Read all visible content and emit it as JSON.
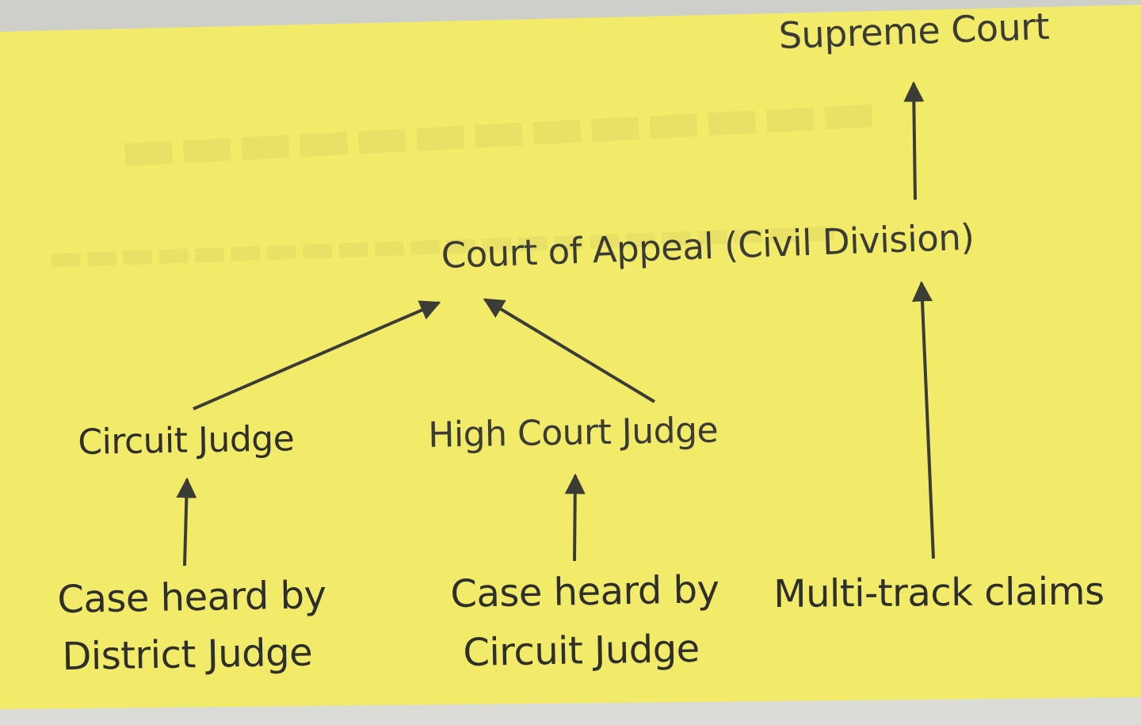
{
  "diagram": {
    "nodes": {
      "supreme_court": "Supreme Court",
      "court_of_appeal": "Court of Appeal (Civil Division)",
      "circuit_judge": "Circuit Judge",
      "high_court_judge": "High Court Judge",
      "case_district_line1": "Case heard by",
      "case_district_line2": "District Judge",
      "case_circuit_line1": "Case heard by",
      "case_circuit_line2": "Circuit Judge",
      "multi_track": "Multi-track claims"
    },
    "edges": [
      {
        "from": "case_district",
        "to": "circuit_judge"
      },
      {
        "from": "case_circuit",
        "to": "high_court_judge"
      },
      {
        "from": "circuit_judge",
        "to": "court_of_appeal"
      },
      {
        "from": "high_court_judge",
        "to": "court_of_appeal"
      },
      {
        "from": "multi_track",
        "to": "court_of_appeal"
      },
      {
        "from": "court_of_appeal",
        "to": "supreme_court"
      }
    ],
    "colors": {
      "paper": "#f2eb6a",
      "text": "#3b3b36",
      "arrow": "#3c3c37"
    }
  }
}
